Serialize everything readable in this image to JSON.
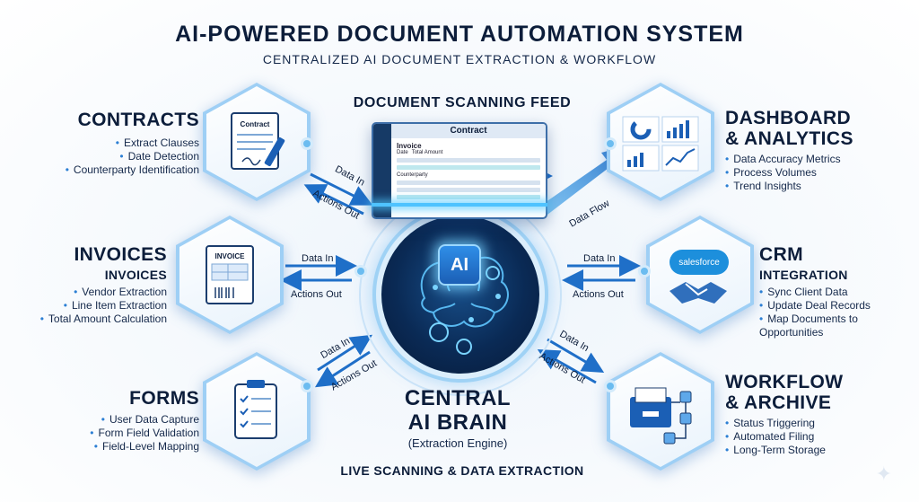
{
  "header": {
    "title": "AI-POWERED DOCUMENT AUTOMATION SYSTEM",
    "subtitle": "CENTRALIZED AI DOCUMENT EXTRACTION & WORKFLOW"
  },
  "feed": {
    "title": "DOCUMENT SCANNING FEED",
    "window_title": "Contract",
    "doc_heading": "Invoice",
    "doc_fields": [
      "Date",
      "Total Amount",
      "Counterparty"
    ]
  },
  "central": {
    "title_line1": "CENTRAL",
    "title_line2": "AI BRAIN",
    "subtitle": "(Extraction Engine)",
    "footer": "LIVE SCANNING & DATA EXTRACTION",
    "chip_label": "AI"
  },
  "left_sections": [
    {
      "title": "CONTRACTS",
      "subtitle": "",
      "icon_label": "Contract",
      "bullets": [
        "Extract Clauses",
        "Date Detection",
        "Counterparty Identification"
      ]
    },
    {
      "title": "INVOICES",
      "subtitle": "INVOICES",
      "icon_label": "INVOICE",
      "bullets": [
        "Vendor Extraction",
        "Line Item Extraction",
        "Total Amount Calculation"
      ]
    },
    {
      "title": "FORMS",
      "subtitle": "",
      "icon_label": "",
      "bullets": [
        "User Data Capture",
        "Form Field Validation",
        "Field-Level Mapping"
      ]
    }
  ],
  "right_sections": [
    {
      "title_line1": "DASHBOARD",
      "title_line2": "& ANALYTICS",
      "bullets": [
        "Data Accuracy Metrics",
        "Process Volumes",
        "Trend Insights"
      ]
    },
    {
      "title_line1": "CRM",
      "title_line2": "INTEGRATION",
      "icon_label": "salesforce",
      "bullets": [
        "Sync Client Data",
        "Update Deal Records",
        "Map Documents to Opportunities"
      ]
    },
    {
      "title_line1": "WORKFLOW",
      "title_line2": "& ARCHIVE",
      "bullets": [
        "Status Triggering",
        "Automated Filing",
        "Long-Term Storage"
      ]
    }
  ],
  "flows": {
    "data_in": "Data In",
    "actions_out": "Actions Out",
    "data_flow": "Data Flow"
  },
  "colors": {
    "navy": "#0c1d3a",
    "accent": "#2c7fd4",
    "glow": "#4fc3ff",
    "hex_border": "#9ecff5"
  }
}
